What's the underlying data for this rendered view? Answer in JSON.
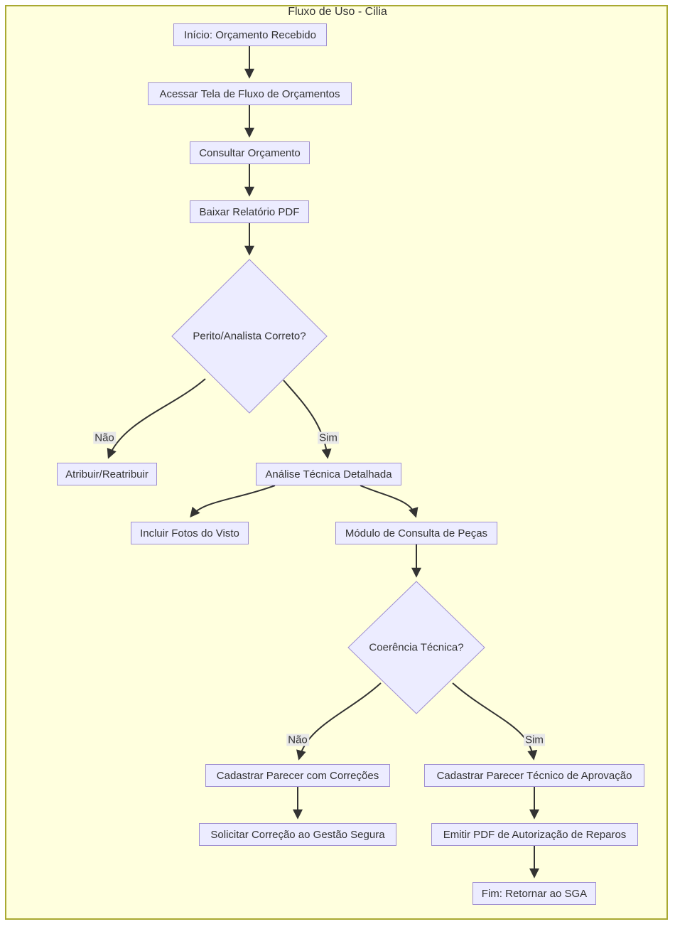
{
  "title": "Fluxo de Uso - Cilia",
  "colors": {
    "page_background": "#ffffff",
    "diagram_background": "#ffffde",
    "diagram_border": "#a9a931",
    "node_fill": "#ececff",
    "node_border": "#9f8fd0",
    "edge_stroke": "#333333",
    "text": "#333333",
    "edge_label_background": "#e8e8e8"
  },
  "diagram": {
    "type": "flowchart",
    "direction": "top-down",
    "nodes": [
      {
        "id": "inicio",
        "shape": "rect",
        "label": "Início: Orçamento Recebido"
      },
      {
        "id": "acessar",
        "shape": "rect",
        "label": "Acessar Tela de Fluxo de Orçamentos"
      },
      {
        "id": "consultar",
        "shape": "rect",
        "label": "Consultar Orçamento"
      },
      {
        "id": "baixar",
        "shape": "rect",
        "label": "Baixar Relatório PDF"
      },
      {
        "id": "perito_correto",
        "shape": "diamond",
        "label": "Perito/Analista Correto?"
      },
      {
        "id": "atribuir",
        "shape": "rect",
        "label": "Atribuir/Reatribuir"
      },
      {
        "id": "analise",
        "shape": "rect",
        "label": "Análise Técnica Detalhada"
      },
      {
        "id": "fotos",
        "shape": "rect",
        "label": "Incluir Fotos do Visto"
      },
      {
        "id": "modulo",
        "shape": "rect",
        "label": "Módulo de Consulta de Peças"
      },
      {
        "id": "coerencia",
        "shape": "diamond",
        "label": "Coerência Técnica?"
      },
      {
        "id": "cad_correcoes",
        "shape": "rect",
        "label": "Cadastrar Parecer com Correções"
      },
      {
        "id": "cad_aprovacao",
        "shape": "rect",
        "label": "Cadastrar Parecer Técnico de Aprovação"
      },
      {
        "id": "solicitar",
        "shape": "rect",
        "label": "Solicitar Correção ao Gestão Segura"
      },
      {
        "id": "emitir",
        "shape": "rect",
        "label": "Emitir PDF de Autorização de Reparos"
      },
      {
        "id": "fim",
        "shape": "rect",
        "label": "Fim: Retornar ao SGA"
      }
    ],
    "edges": [
      {
        "from": "inicio",
        "to": "acessar",
        "label": ""
      },
      {
        "from": "acessar",
        "to": "consultar",
        "label": ""
      },
      {
        "from": "consultar",
        "to": "baixar",
        "label": ""
      },
      {
        "from": "baixar",
        "to": "perito_correto",
        "label": ""
      },
      {
        "from": "perito_correto",
        "to": "atribuir",
        "label": "Não"
      },
      {
        "from": "perito_correto",
        "to": "analise",
        "label": "Sim"
      },
      {
        "from": "analise",
        "to": "fotos",
        "label": ""
      },
      {
        "from": "analise",
        "to": "modulo",
        "label": ""
      },
      {
        "from": "modulo",
        "to": "coerencia",
        "label": ""
      },
      {
        "from": "coerencia",
        "to": "cad_correcoes",
        "label": "Não"
      },
      {
        "from": "coerencia",
        "to": "cad_aprovacao",
        "label": "Sim"
      },
      {
        "from": "cad_correcoes",
        "to": "solicitar",
        "label": ""
      },
      {
        "from": "cad_aprovacao",
        "to": "emitir",
        "label": ""
      },
      {
        "from": "emitir",
        "to": "fim",
        "label": ""
      }
    ]
  }
}
